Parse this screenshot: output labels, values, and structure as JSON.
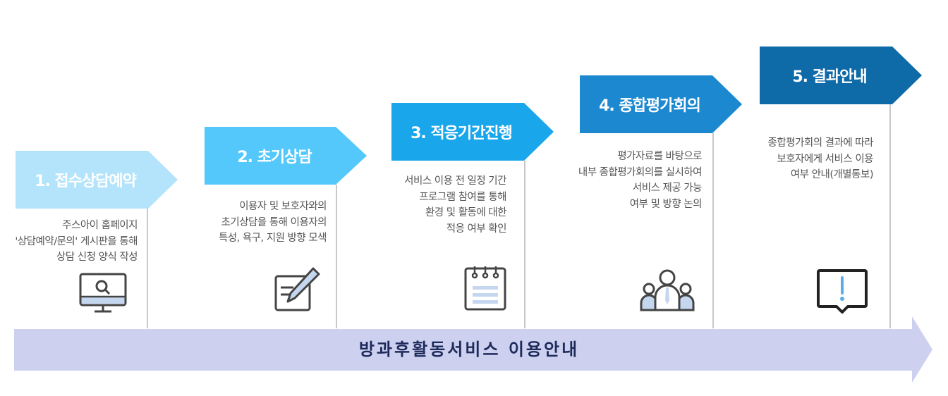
{
  "steps": [
    {
      "title": "1. 접수상담예약",
      "color": "#b3e4fb",
      "lines": [
        "주스아이 홈페이지",
        "'상담예약/문의' 게시판을 통해",
        "상담 신청 양식 작성"
      ],
      "icon": "monitor-search-icon"
    },
    {
      "title": "2. 초기상담",
      "color": "#55c8fb",
      "lines": [
        "이용자 및 보호자와의",
        "초기상담을 통해 이용자의",
        "특성, 욕구, 지원 방향 모색"
      ],
      "icon": "edit-note-icon"
    },
    {
      "title": "3. 적응기간진행",
      "color": "#1aa6ea",
      "lines": [
        "서비스 이용 전 일정 기간",
        "프로그램 참여를 통해",
        "환경 및 활동에 대한",
        "적응 여부 확인"
      ],
      "icon": "notepad-icon"
    },
    {
      "title": "4. 종합평가회의",
      "color": "#1b88d0",
      "lines": [
        "평가자료를 바탕으로",
        "내부 종합평가회의를 실시하여",
        "서비스 제공 가능",
        "여부 및 방향 논의"
      ],
      "icon": "people-meeting-icon"
    },
    {
      "title": "5. 결과안내",
      "color": "#0f6aa8",
      "lines": [
        "종합평가회의 결과에 따라",
        "보호자에게 서비스 이용",
        "여부 안내(개별통보)"
      ],
      "icon": "alert-message-icon"
    }
  ],
  "footer": {
    "label": "방과후활동서비스 이용안내",
    "color": "#cdd1ef"
  }
}
